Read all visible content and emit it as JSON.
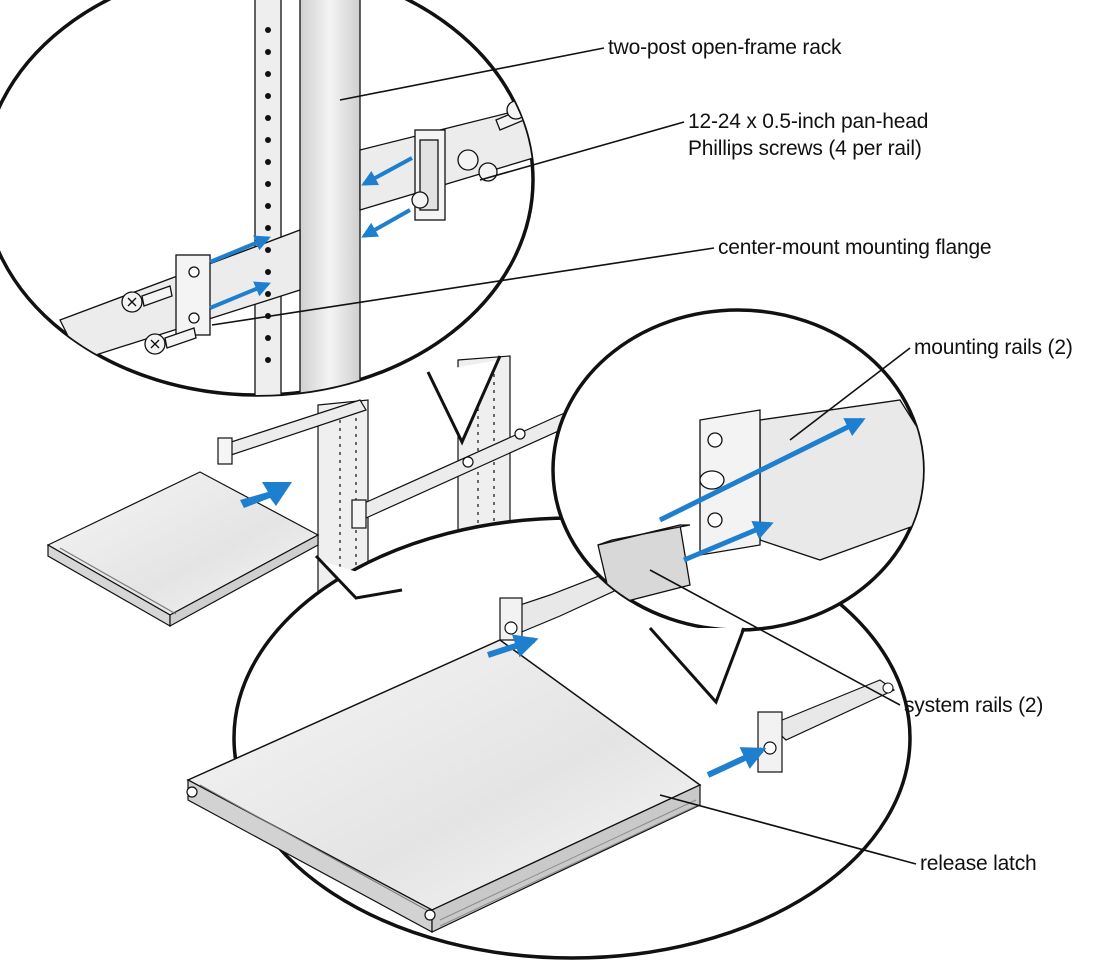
{
  "callouts": {
    "rack": "two-post open-frame rack",
    "screws_line1": "12-24 x 0.5-inch pan-head",
    "screws_line2": "Phillips screws (4 per rail)",
    "flange": "center-mount mounting flange",
    "mounting_rails": "mounting rails (2)",
    "system_rails": "system rails (2)",
    "release_latch": "release latch"
  },
  "colors": {
    "line": "#111111",
    "arrow": "#1f7fcf",
    "metal": "#e6e6e6",
    "metal_dark": "#bdbdbd",
    "background": "#ffffff"
  }
}
